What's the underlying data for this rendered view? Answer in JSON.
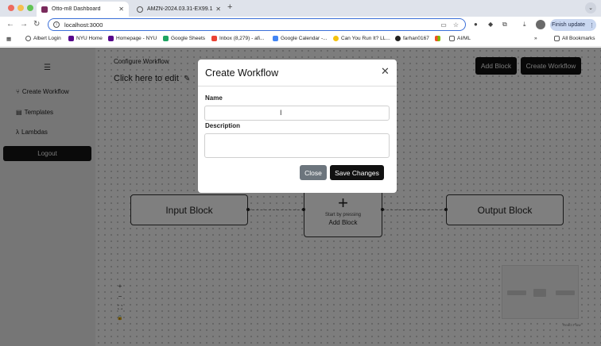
{
  "browser": {
    "tabs": [
      {
        "title": "Otto-m8 Dashboard",
        "active": true
      },
      {
        "title": "AMZN-2024.03.31-EX99.1",
        "active": false
      }
    ],
    "new_tab_glyph": "+",
    "address": "localhost:3000",
    "finish_update_label": "Finish update",
    "bookmarks": [
      {
        "label": "Albert Login",
        "icon": "globe-icon"
      },
      {
        "label": "NYU Home",
        "icon": "nyu-icon"
      },
      {
        "label": "Homepage - NYU",
        "icon": "nyu-icon"
      },
      {
        "label": "Google Sheets",
        "icon": "sheets-icon"
      },
      {
        "label": "Inbox (8,279) - afi...",
        "icon": "gmail-icon"
      },
      {
        "label": "Google Calendar -...",
        "icon": "calendar-icon"
      },
      {
        "label": "Can You Run It? LL...",
        "icon": "emoji-icon"
      },
      {
        "label": "farhan0167",
        "icon": "github-icon"
      },
      {
        "label": "AI/ML",
        "icon": "folder-icon"
      }
    ],
    "bookmarks_overflow": "»",
    "all_bookmarks_label": "All Bookmarks"
  },
  "sidebar": {
    "items": [
      {
        "label": "Create Workflow",
        "icon": "workflow-icon"
      },
      {
        "label": "Templates",
        "icon": "templates-icon"
      },
      {
        "label": "Lambdas",
        "icon": "lambda-icon"
      }
    ],
    "logout_label": "Logout"
  },
  "canvas": {
    "configure_label": "Configure Workflow",
    "edit_title": "Click here to edit",
    "add_block_label": "Add Block",
    "create_workflow_label": "Create Workflow",
    "input_block_label": "Input Block",
    "output_block_label": "Output Block",
    "add_block_node": {
      "hint": "Start by pressing",
      "label": "Add Block"
    },
    "controls": [
      "+",
      "−",
      "⛶",
      "🔒"
    ],
    "attribution": "React Flow"
  },
  "modal": {
    "title": "Create Workflow",
    "name_label": "Name",
    "name_value": "",
    "description_label": "Description",
    "description_value": "",
    "close_label": "Close",
    "save_label": "Save Changes"
  },
  "colors": {
    "overlay": "#00000080",
    "primary_button": "#111111",
    "secondary_button": "#6c757d",
    "omnibox_focus": "#3b6fd8"
  }
}
